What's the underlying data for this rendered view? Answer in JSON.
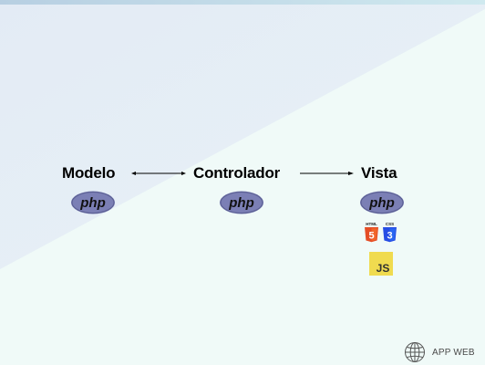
{
  "diagram": {
    "nodes": [
      {
        "id": "modelo",
        "label": "Modelo",
        "badge": "php"
      },
      {
        "id": "controlador",
        "label": "Controlador",
        "badge": "php"
      },
      {
        "id": "vista",
        "label": "Vista",
        "badge": "php"
      }
    ],
    "edges": [
      {
        "from": "modelo",
        "to": "controlador",
        "style": "bidirectional"
      },
      {
        "from": "controlador",
        "to": "vista",
        "style": "forward"
      }
    ],
    "view_technologies": [
      {
        "name": "html5",
        "label": "HTML",
        "glyph": "5",
        "color": "#e44d26"
      },
      {
        "name": "css3",
        "label": "CSS",
        "glyph": "3",
        "color": "#264de4"
      },
      {
        "name": "javascript",
        "label": "JS",
        "color": "#f0db4f"
      }
    ]
  },
  "footer": {
    "brand_label": "APP WEB",
    "icon": "globe-icon"
  },
  "colors": {
    "php_badge": "#7b7fb5",
    "php_text": "#111111",
    "background": "#f0faf8"
  }
}
